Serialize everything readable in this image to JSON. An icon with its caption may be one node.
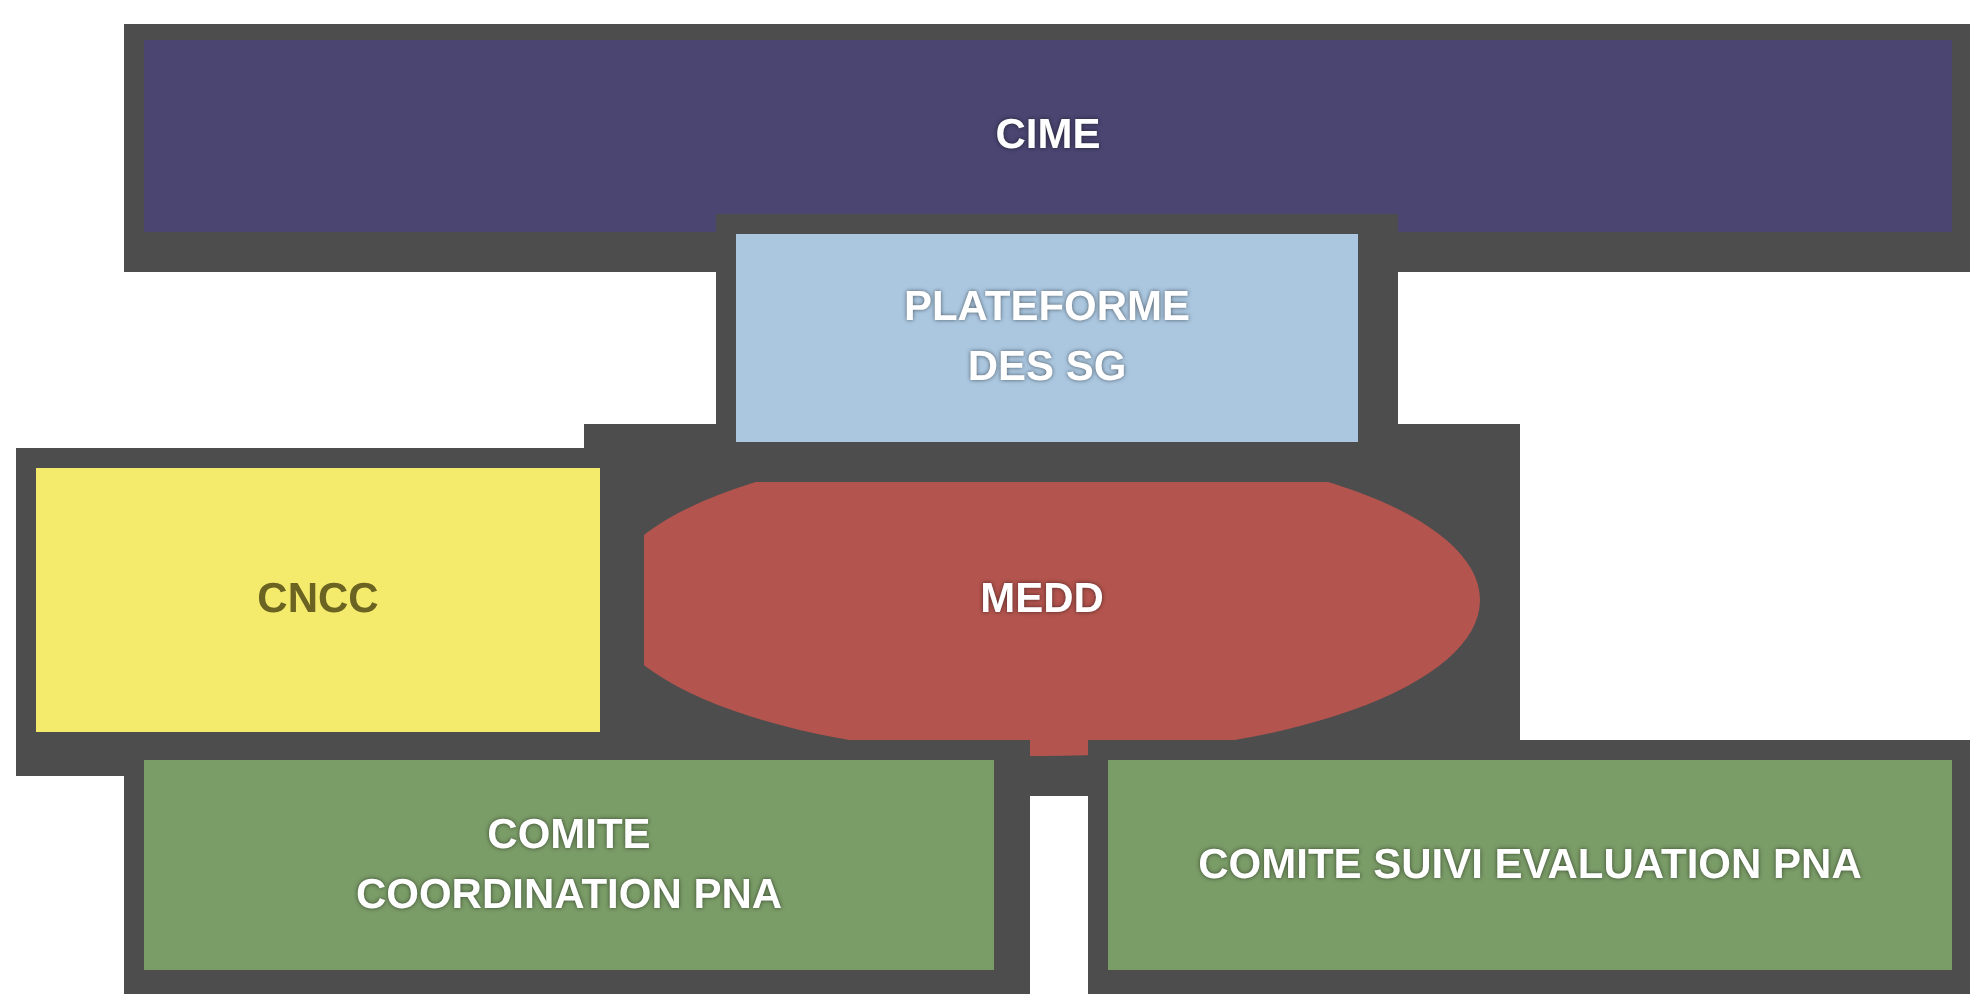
{
  "diagram": {
    "nodes": [
      {
        "text": [
          "CIME"
        ]
      },
      {
        "text": [
          "PLATEFORME DES SG"
        ]
      },
      {
        "text": [
          "CNCC"
        ]
      },
      {
        "text": [
          "MEDD"
        ]
      },
      {
        "text": [
          "COMITE COORDINATION PNA"
        ]
      },
      {
        "text": [
          "COMITE SUIVI EVALUATION PNA"
        ]
      }
    ]
  }
}
